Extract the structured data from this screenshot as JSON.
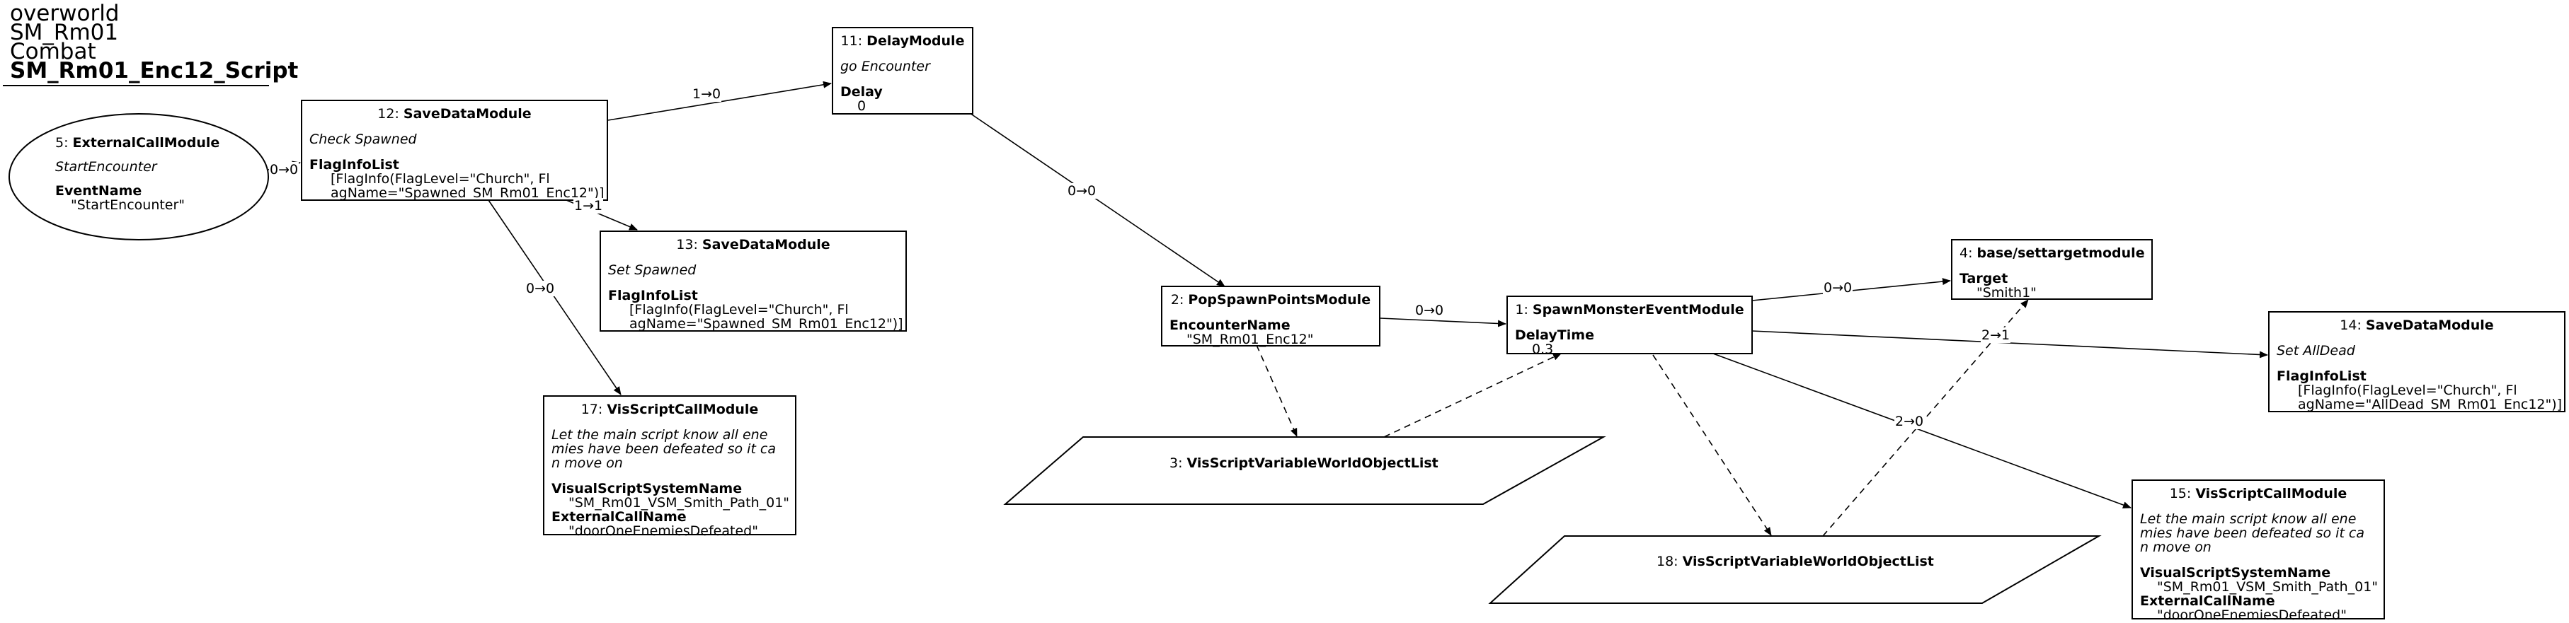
{
  "title": {
    "line1": "overworld",
    "line2": "SM_Rm01",
    "line3": "Combat",
    "line4": "SM_Rm01_Enc12_Script"
  },
  "nodes": {
    "n5": {
      "id": "5: ",
      "type": "ExternalCallModule",
      "desc": "StartEncounter",
      "param_key": "EventName",
      "param_val": "\"StartEncounter\""
    },
    "n12": {
      "id": "12: ",
      "type": "SaveDataModule",
      "desc": "Check Spawned",
      "param_key": "FlagInfoList",
      "param_val": "[FlagInfo(FlagLevel=\"Church\", Fl\nagName=\"Spawned_SM_Rm01_Enc12\")]"
    },
    "n11": {
      "id": "11: ",
      "type": "DelayModule",
      "desc": "go Encounter",
      "param_key": "Delay",
      "param_val": "0"
    },
    "n13": {
      "id": "13: ",
      "type": "SaveDataModule",
      "desc": "Set Spawned",
      "param_key": "FlagInfoList",
      "param_val": "[FlagInfo(FlagLevel=\"Church\", Fl\nagName=\"Spawned_SM_Rm01_Enc12\")]"
    },
    "n17": {
      "id": "17: ",
      "type": "VisScriptCallModule",
      "desc": "Let the main script know all ene\nmies have been defeated so it ca\nn move on",
      "param1_key": "VisualScriptSystemName",
      "param1_val": "\"SM_Rm01_VSM_Smith_Path_01\"",
      "param2_key": "ExternalCallName",
      "param2_val": "\"doorOneEnemiesDefeated\""
    },
    "n2": {
      "id": "2: ",
      "type": "PopSpawnPointsModule",
      "param_key": "EncounterName",
      "param_val": "\"SM_Rm01_Enc12\""
    },
    "n3": {
      "id": "3: ",
      "type": "VisScriptVariableWorldObjectList"
    },
    "n1": {
      "id": "1: ",
      "type": "SpawnMonsterEventModule",
      "param_key": "DelayTime",
      "param_val": "0.3"
    },
    "n4": {
      "id": "4: ",
      "type": "base/settargetmodule",
      "param_key": "Target",
      "param_val": "\"Smith1\""
    },
    "n14": {
      "id": "14: ",
      "type": "SaveDataModule",
      "desc": "Set AllDead",
      "param_key": "FlagInfoList",
      "param_val": "[FlagInfo(FlagLevel=\"Church\", Fl\nagName=\"AllDead_SM_Rm01_Enc12\")]"
    },
    "n18": {
      "id": "18: ",
      "type": "VisScriptVariableWorldObjectList"
    },
    "n15": {
      "id": "15: ",
      "type": "VisScriptCallModule",
      "desc": "Let the main script know all ene\nmies have been defeated so it ca\nn move on",
      "param1_key": "VisualScriptSystemName",
      "param1_val": "\"SM_Rm01_VSM_Smith_Path_01\"",
      "param2_key": "ExternalCallName",
      "param2_val": "\"doorOneEnemiesDefeated\""
    }
  },
  "edges": {
    "e5_12": "0→0",
    "e12_11": "1→0",
    "e12_13": "1→1",
    "e12_17": "0→0",
    "e11_2": "0→0",
    "e2_1": "0→0",
    "e1_4": "0→0",
    "e1_14": "2→1",
    "e1_15": "2→0"
  }
}
